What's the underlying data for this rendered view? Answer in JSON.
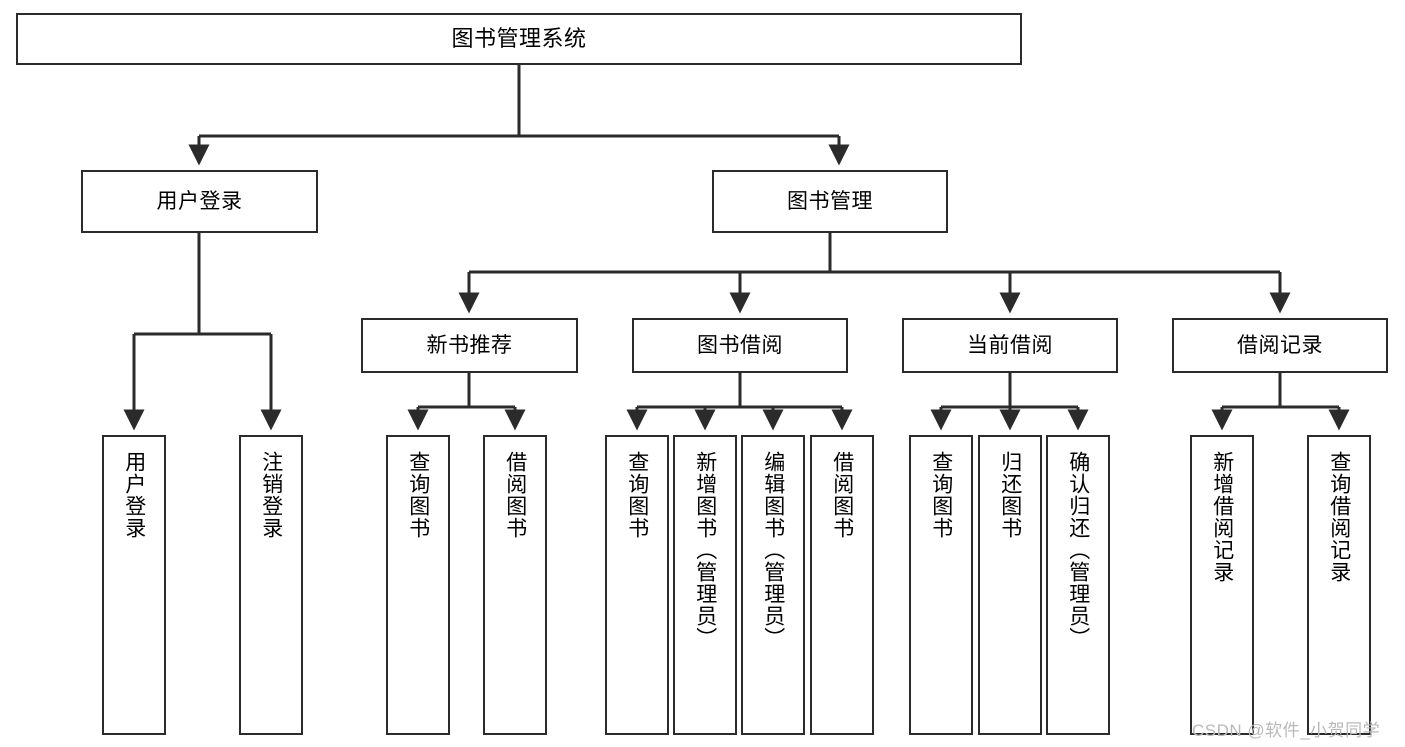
{
  "diagram": {
    "title": "图书管理系统",
    "type": "hierarchy-tree",
    "levels": 4,
    "colors": {
      "stroke": "#2b2b2b",
      "fill": "#ffffff",
      "background": "#ffffff",
      "watermark": "#b9b9b9"
    }
  },
  "nodes": {
    "root": {
      "label": "图书管理系统"
    },
    "level2": [
      {
        "id": "user-login",
        "label": "用户登录"
      },
      {
        "id": "book-management",
        "label": "图书管理"
      }
    ],
    "level3": [
      {
        "id": "new-book-recommend",
        "label": "新书推荐"
      },
      {
        "id": "book-borrow",
        "label": "图书借阅"
      },
      {
        "id": "current-borrow",
        "label": "当前借阅"
      },
      {
        "id": "borrow-record",
        "label": "借阅记录"
      }
    ],
    "leaves": {
      "user_login": [
        {
          "id": "leaf-user-login",
          "label": "用户登录"
        },
        {
          "id": "leaf-logout-login",
          "label": "注销登录"
        }
      ],
      "new_book_recommend": [
        {
          "id": "leaf-query-book-1",
          "label": "查询图书"
        },
        {
          "id": "leaf-borrow-book-1",
          "label": "借阅图书"
        }
      ],
      "book_borrow": [
        {
          "id": "leaf-query-book-2",
          "label": "查询图书"
        },
        {
          "id": "leaf-add-book",
          "label": "新增图书（管理员）"
        },
        {
          "id": "leaf-edit-book",
          "label": "编辑图书（管理员）"
        },
        {
          "id": "leaf-borrow-book-2",
          "label": "借阅图书"
        }
      ],
      "current_borrow": [
        {
          "id": "leaf-query-book-3",
          "label": "查询图书"
        },
        {
          "id": "leaf-return-book",
          "label": "归还图书"
        },
        {
          "id": "leaf-confirm-return",
          "label": "确认归还（管理员）"
        }
      ],
      "borrow_record": [
        {
          "id": "leaf-add-record",
          "label": "新增借阅记录"
        },
        {
          "id": "leaf-query-record",
          "label": "查询借阅记录"
        }
      ]
    }
  },
  "watermark": {
    "text": "CSDN @软件_小贺同学"
  }
}
